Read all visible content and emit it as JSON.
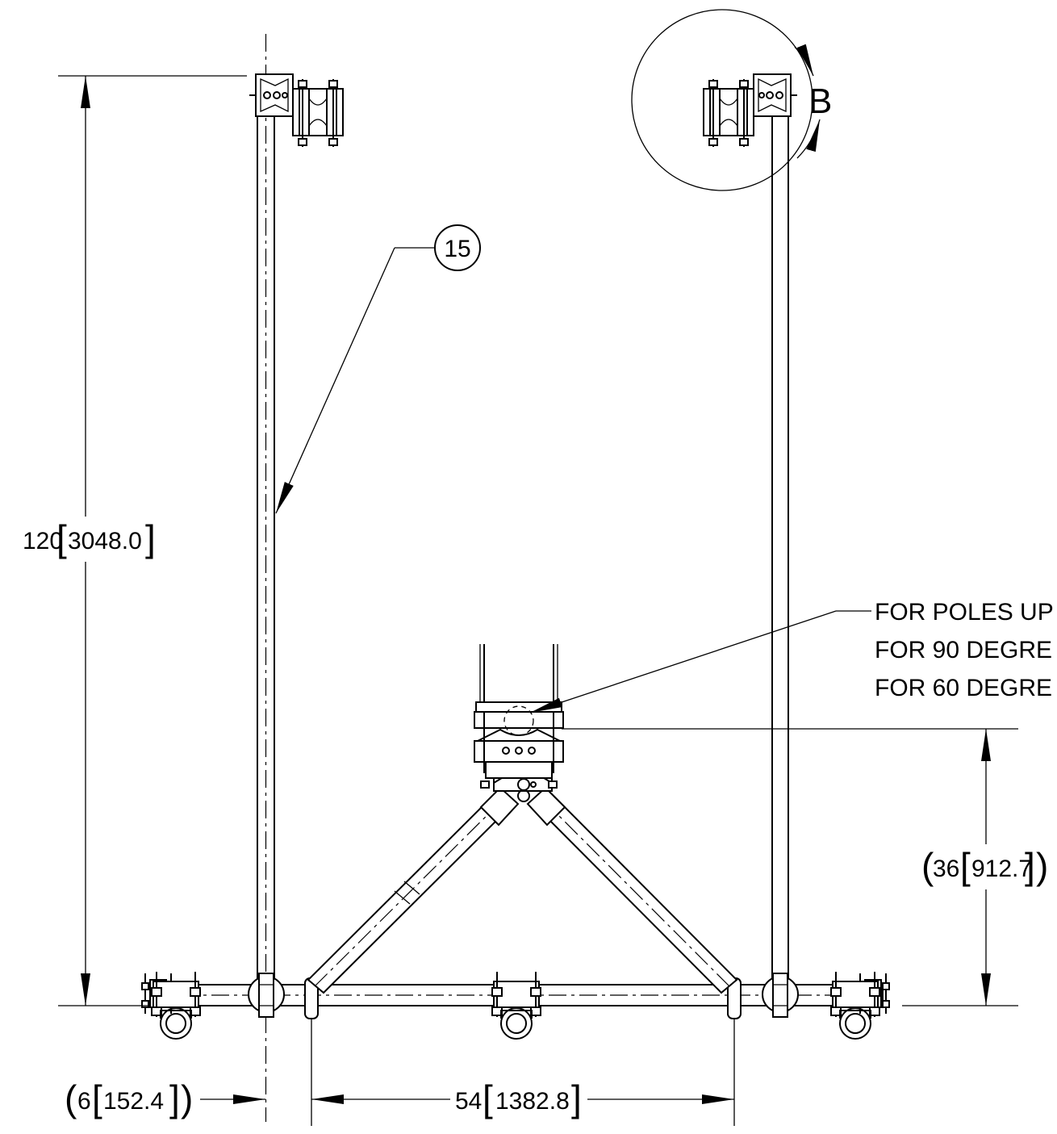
{
  "balloon": {
    "number": "15"
  },
  "detail": {
    "letter": "B"
  },
  "notes": {
    "line1": "FOR POLES UP",
    "line2": "FOR 90 DEGRE",
    "line3": "FOR 60 DEGRE"
  },
  "dimensions": {
    "height": {
      "value": "120",
      "metric": "3048.0"
    },
    "span": {
      "value": "54",
      "metric": "1382.8"
    },
    "offset": {
      "value": "6",
      "metric": "152.4"
    },
    "mount_height": {
      "value": "36",
      "metric": "912.7"
    }
  }
}
